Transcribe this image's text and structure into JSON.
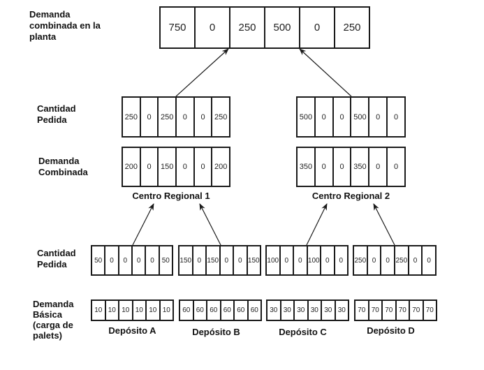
{
  "labels": {
    "plant_demand": [
      "Demanda",
      "combinada en la",
      "planta"
    ],
    "regional_ordered": [
      "Cantidad",
      "Pedida"
    ],
    "regional_combined": [
      "Demanda",
      "Combinada"
    ],
    "depot_ordered": [
      "Cantidad",
      "Pedida"
    ],
    "basic_demand": [
      "Demanda",
      "Básica",
      "(carga de",
      "palets)"
    ]
  },
  "plant": {
    "combined_demand": [
      "750",
      "0",
      "250",
      "500",
      "0",
      "250"
    ]
  },
  "regional_centers": [
    {
      "name": "Centro Regional 1",
      "ordered": [
        "250",
        "0",
        "250",
        "0",
        "0",
        "250"
      ],
      "combined": [
        "200",
        "0",
        "150",
        "0",
        "0",
        "200"
      ]
    },
    {
      "name": "Centro Regional 2",
      "ordered": [
        "500",
        "0",
        "0",
        "500",
        "0",
        "0"
      ],
      "combined": [
        "350",
        "0",
        "0",
        "350",
        "0",
        "0"
      ]
    }
  ],
  "depots": [
    {
      "name": "Depósito A",
      "ordered": [
        "50",
        "0",
        "0",
        "0",
        "0",
        "50"
      ],
      "basic": [
        "10",
        "10",
        "10",
        "10",
        "10",
        "10"
      ]
    },
    {
      "name": "Depósito B",
      "ordered": [
        "150",
        "0",
        "150",
        "0",
        "0",
        "150"
      ],
      "basic": [
        "60",
        "60",
        "60",
        "60",
        "60",
        "60"
      ]
    },
    {
      "name": "Depósito C",
      "ordered": [
        "100",
        "0",
        "0",
        "100",
        "0",
        "0"
      ],
      "basic": [
        "30",
        "30",
        "30",
        "30",
        "30",
        "30"
      ]
    },
    {
      "name": "Depósito D",
      "ordered": [
        "250",
        "0",
        "0",
        "250",
        "0",
        "0"
      ],
      "basic": [
        "70",
        "70",
        "70",
        "70",
        "70",
        "70"
      ]
    }
  ]
}
